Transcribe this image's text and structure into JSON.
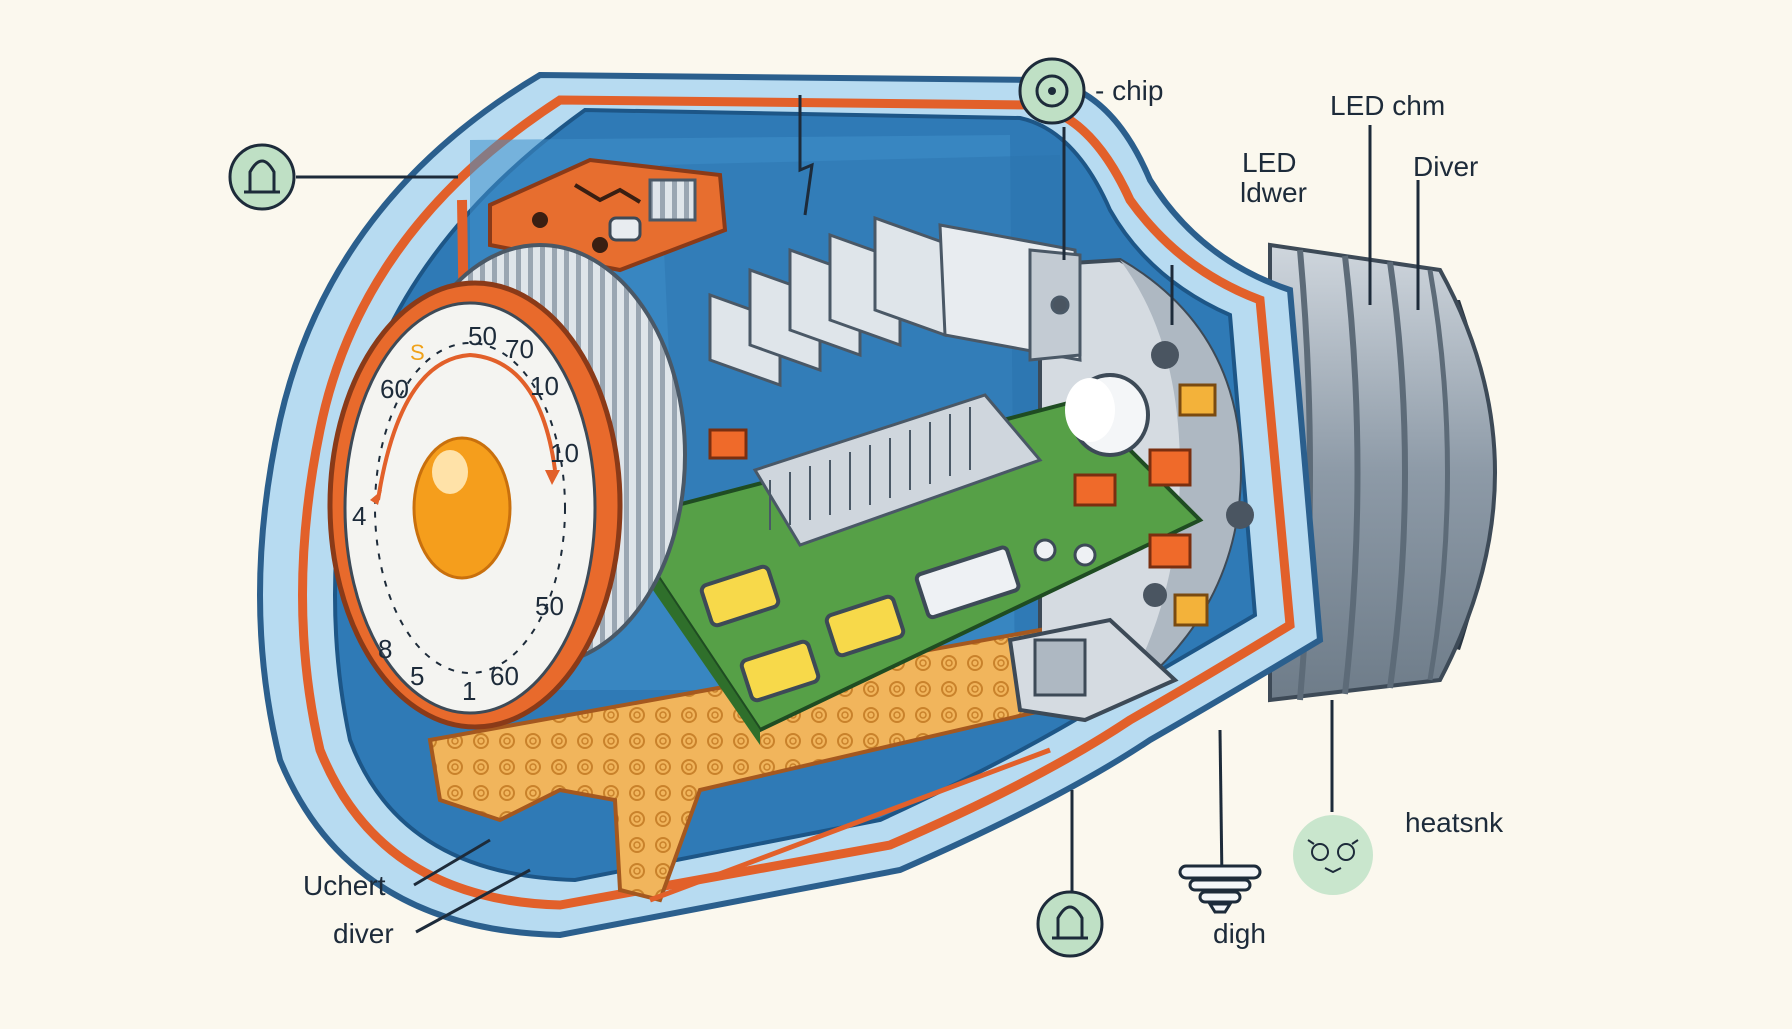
{
  "labels": {
    "chip": "- chip",
    "led_chm": "LED chm",
    "led_ldwer_1": "LED",
    "led_ldwer_2": "ldwer",
    "diver_right": "Diver",
    "heatsnk": "heatsnk",
    "digh": "digh",
    "uchert": "Uchert",
    "diver_left": "diver"
  },
  "dial": {
    "numbers": [
      "50",
      "70",
      "10",
      "10",
      "50",
      "60",
      "1",
      "5",
      "8",
      "4",
      "60"
    ],
    "accent": "S"
  },
  "colors": {
    "background": "#fbf8ee",
    "bulb_glass": "#a9d4ee",
    "bulb_inner": "#2f7ab6",
    "orange": "#e2602a",
    "pcb_green": "#56a047",
    "led_yellow": "#f7d94a",
    "badge_green": "#bfe0c5",
    "copper": "#e7a44a"
  },
  "icons": [
    "bell-icon",
    "target-icon",
    "bell-icon",
    "lightbulb-base-icon",
    "owl-face-icon"
  ]
}
